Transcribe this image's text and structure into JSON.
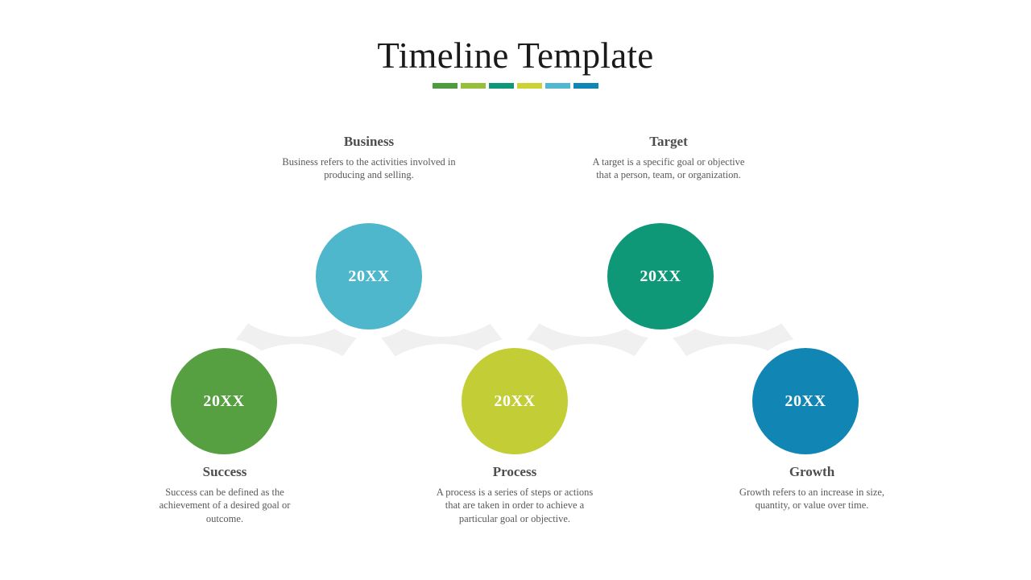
{
  "header": {
    "title": "Timeline Template",
    "divider_segments": [
      {
        "name": "segment-green",
        "color": "#4f9c3f"
      },
      {
        "name": "segment-lime",
        "color": "#96bf3b"
      },
      {
        "name": "segment-teal-green",
        "color": "#0e9878"
      },
      {
        "name": "segment-yellow",
        "color": "#cdd236"
      },
      {
        "name": "segment-light-blue",
        "color": "#52b8cf"
      },
      {
        "name": "segment-blue",
        "color": "#1186b4"
      }
    ]
  },
  "timeline": {
    "connector_color": "#f0f0f0",
    "nodes": [
      {
        "id": "success",
        "row": "bottom",
        "year": "20XX",
        "color": "#56a041",
        "label": "Success",
        "description": "Success can be defined as the achievement of a desired goal or outcome."
      },
      {
        "id": "business",
        "row": "top",
        "year": "20XX",
        "color": "#4eb7cb",
        "label": "Business",
        "description": "Business refers to the activities involved in producing and selling."
      },
      {
        "id": "process",
        "row": "bottom",
        "year": "20XX",
        "color": "#c3ce36",
        "label": "Process",
        "description": "A process is a series of steps or actions that are taken in order to achieve a particular goal or objective."
      },
      {
        "id": "target",
        "row": "top",
        "year": "20XX",
        "color": "#0e9878",
        "label": "Target",
        "description": "A target is a specific goal or objective that a person, team, or organization."
      },
      {
        "id": "growth",
        "row": "bottom",
        "year": "20XX",
        "color": "#1186b4",
        "label": "Growth",
        "description": "Growth refers to an increase in size, quantity, or value over time."
      }
    ]
  }
}
